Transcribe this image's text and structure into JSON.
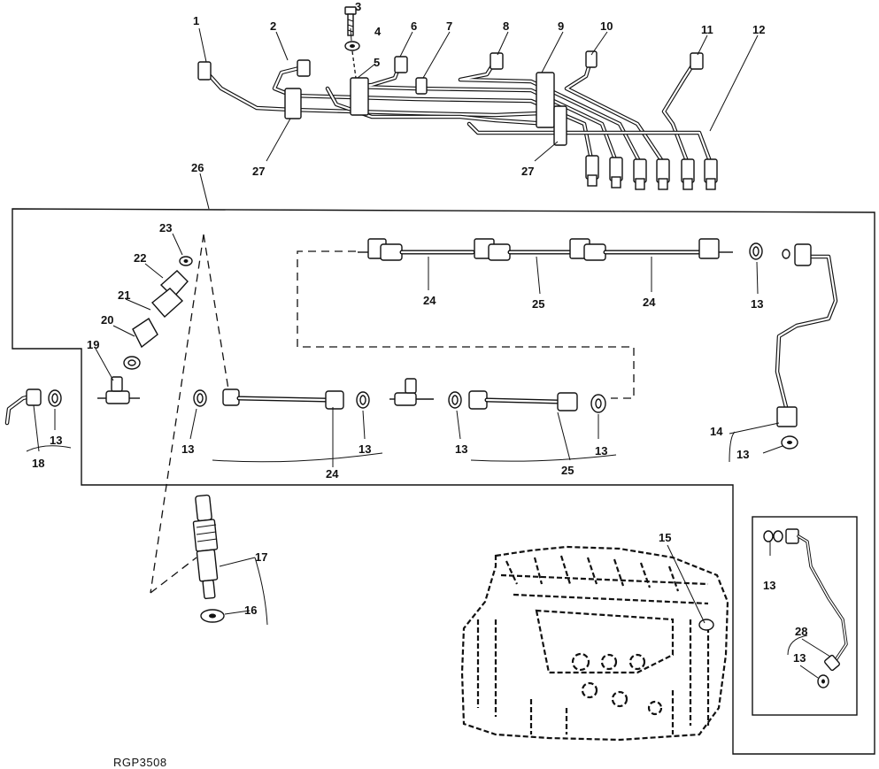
{
  "callouts": {
    "c1": "1",
    "c2": "2",
    "c3": "3",
    "c4": "4",
    "c5": "5",
    "c6": "6",
    "c7": "7",
    "c8": "8",
    "c9": "9",
    "c10": "10",
    "c11": "11",
    "c12": "12",
    "c27a": "27",
    "c27b": "27",
    "c26": "26",
    "c23": "23",
    "c22": "22",
    "c21": "21",
    "c20": "20",
    "c19": "19",
    "c18": "18",
    "c13_18": "13",
    "c24_top_l": "24",
    "c25_top": "25",
    "c24_top_r": "24",
    "c13_top": "13",
    "c13_a": "13",
    "c13_b": "13",
    "c24_bot": "24",
    "c13_c": "13",
    "c13_d": "13",
    "c25_bot": "25",
    "c14": "14",
    "c13_14": "13",
    "c17": "17",
    "c16": "16",
    "c15": "15",
    "c13_inset": "13",
    "c28": "28",
    "c13_inset2": "13"
  },
  "figure_ref": "RGP3508"
}
